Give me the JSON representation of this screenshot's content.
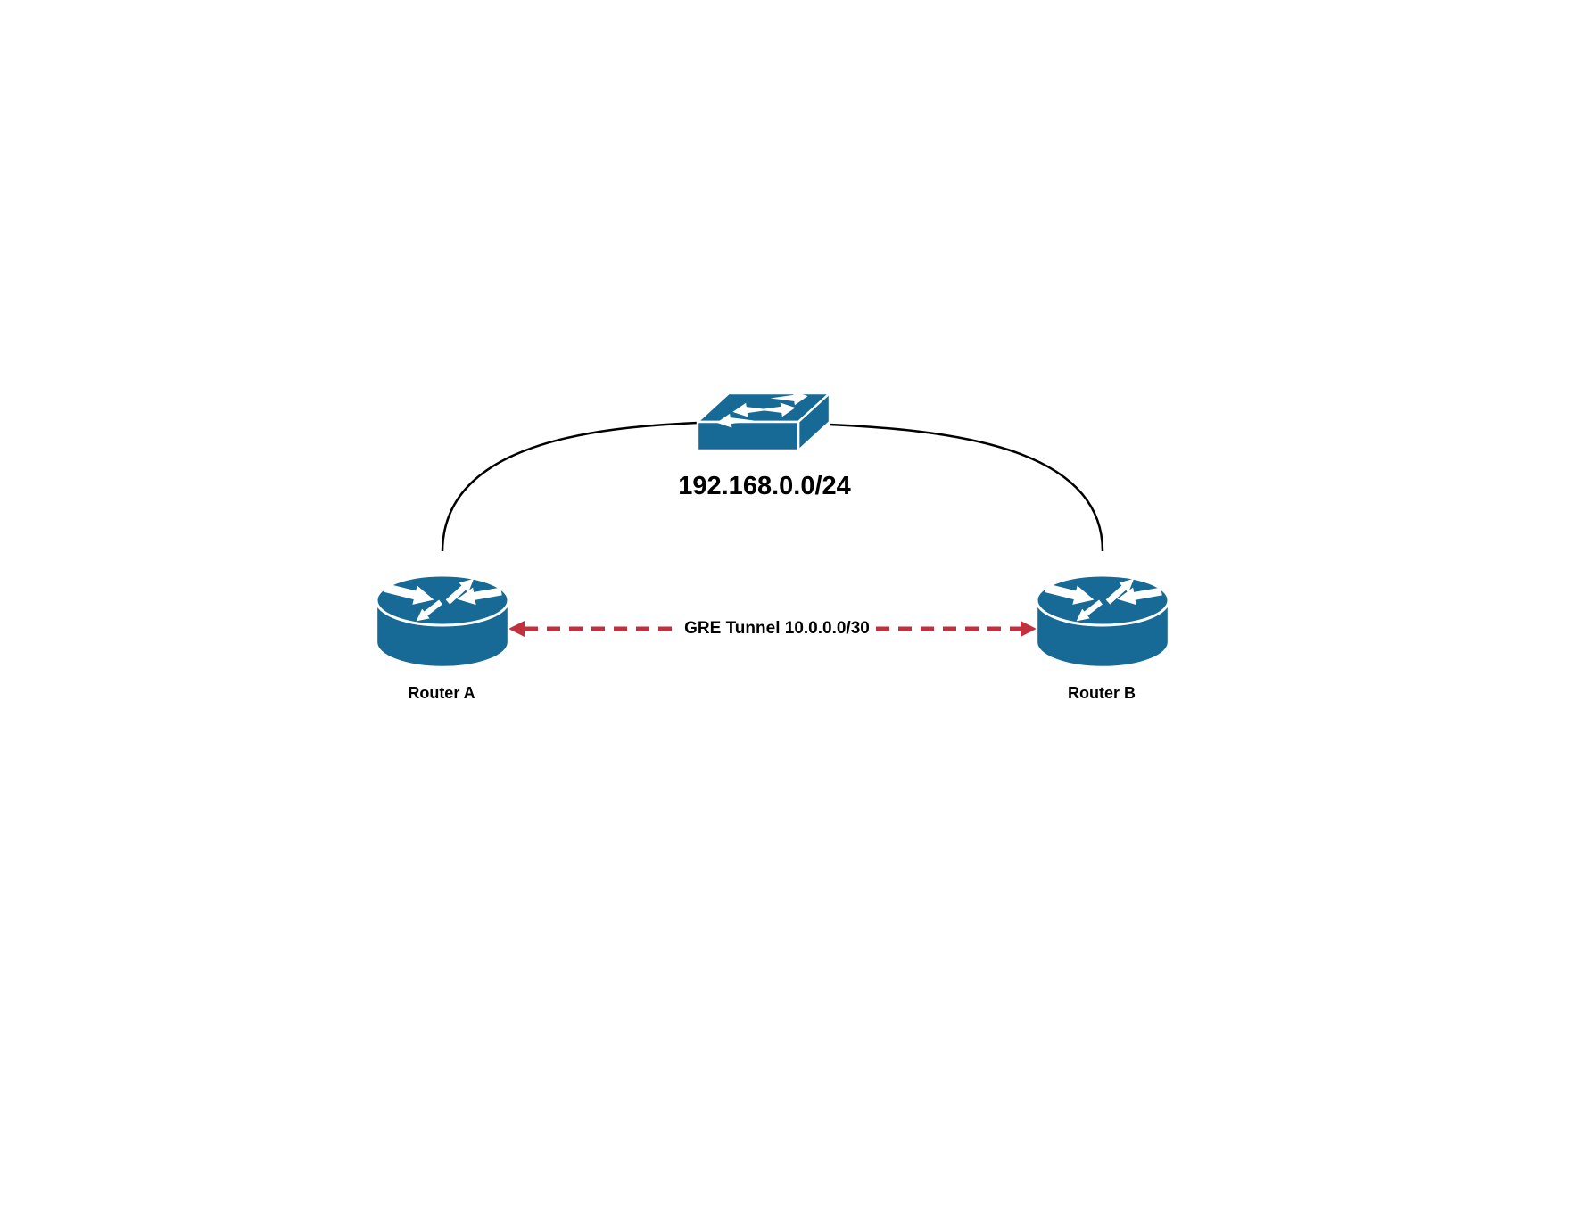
{
  "canvas": {
    "width": "1760",
    "height": "1360",
    "background": "#ffffff"
  },
  "colors": {
    "node_fill": "#176a95",
    "node_detail": "#ffffff",
    "cable": "#000000",
    "tunnel": "#c22f3e",
    "text": "#000000"
  },
  "network": {
    "subnet_label": "192.168.0.0/24",
    "device": "switch"
  },
  "tunnel": {
    "label": "GRE Tunnel 10.0.0.0/30"
  },
  "routers": [
    {
      "id": "router-a",
      "label": "Router A"
    },
    {
      "id": "router-b",
      "label": "Router B"
    }
  ]
}
